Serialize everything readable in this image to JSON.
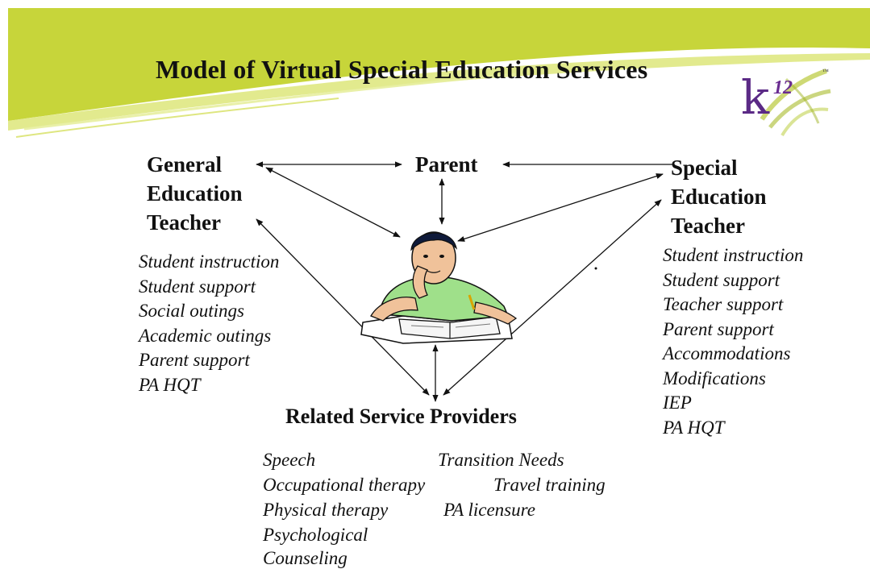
{
  "slide": {
    "title": "Model of Virtual Special Education Services",
    "logo": {
      "letter": "k",
      "number": "12",
      "tm": "™"
    }
  },
  "general_teacher": {
    "label_lines": [
      "General",
      "Education",
      "Teacher"
    ],
    "duties": [
      "Student instruction",
      "Student support",
      "Social outings",
      "Academic outings",
      "Parent support",
      "PA HQT"
    ]
  },
  "parent": {
    "label": "Parent"
  },
  "special_teacher": {
    "label_lines": [
      "Special",
      "Education",
      "Teacher"
    ],
    "duties": [
      "Student instruction",
      "Student support",
      "Teacher support",
      "Parent support",
      "Accommodations",
      "Modifications",
      "IEP",
      "PA HQT"
    ]
  },
  "related_services": {
    "title": "Related Service Providers",
    "items": [
      "Speech",
      "Transition Needs",
      "Occupational therapy",
      "Travel training",
      "Physical therapy",
      "PA licensure",
      "Psychological",
      "Counseling"
    ]
  },
  "colors": {
    "banner_green": "#c7d53a",
    "logo_purple": "#5b2a86",
    "text": "#111111"
  },
  "icons": {
    "student": "student-reading-clipart"
  }
}
